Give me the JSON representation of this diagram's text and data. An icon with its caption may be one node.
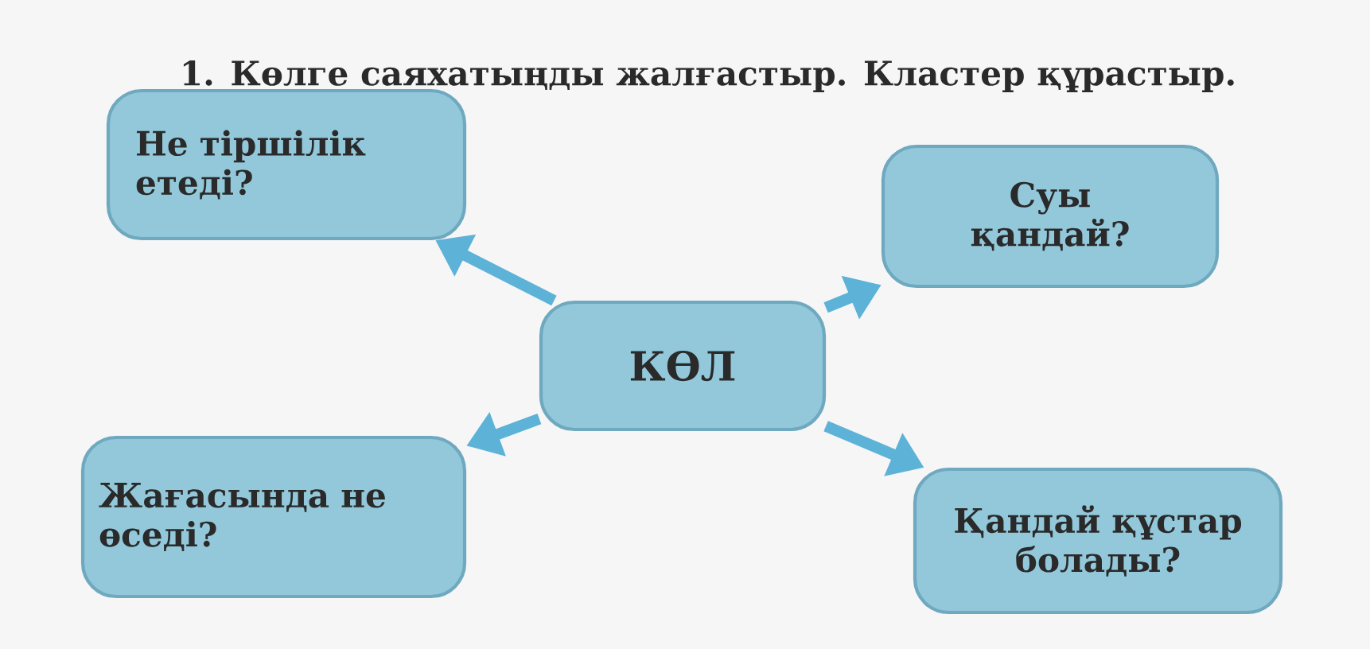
{
  "diagram": {
    "title": "1. Көлге саяхатыңды жалғастыр. Кластер құрастыр.",
    "nodes": [
      {
        "text": [
          "КӨЛ"
        ]
      },
      {
        "text": [
          "Не тіршілік етеді?"
        ]
      },
      {
        "text": [
          "Суы қандай?"
        ]
      },
      {
        "text": [
          "Жағасында не өседі?"
        ]
      },
      {
        "text": [
          "Қандай құстар болады?"
        ]
      }
    ],
    "edges": [
      {
        "from": 0,
        "to": 1,
        "arrow": "to"
      },
      {
        "from": 0,
        "to": 2,
        "arrow": "to"
      },
      {
        "from": 0,
        "to": 3,
        "arrow": "to"
      },
      {
        "from": 0,
        "to": 4,
        "arrow": "to"
      }
    ]
  }
}
